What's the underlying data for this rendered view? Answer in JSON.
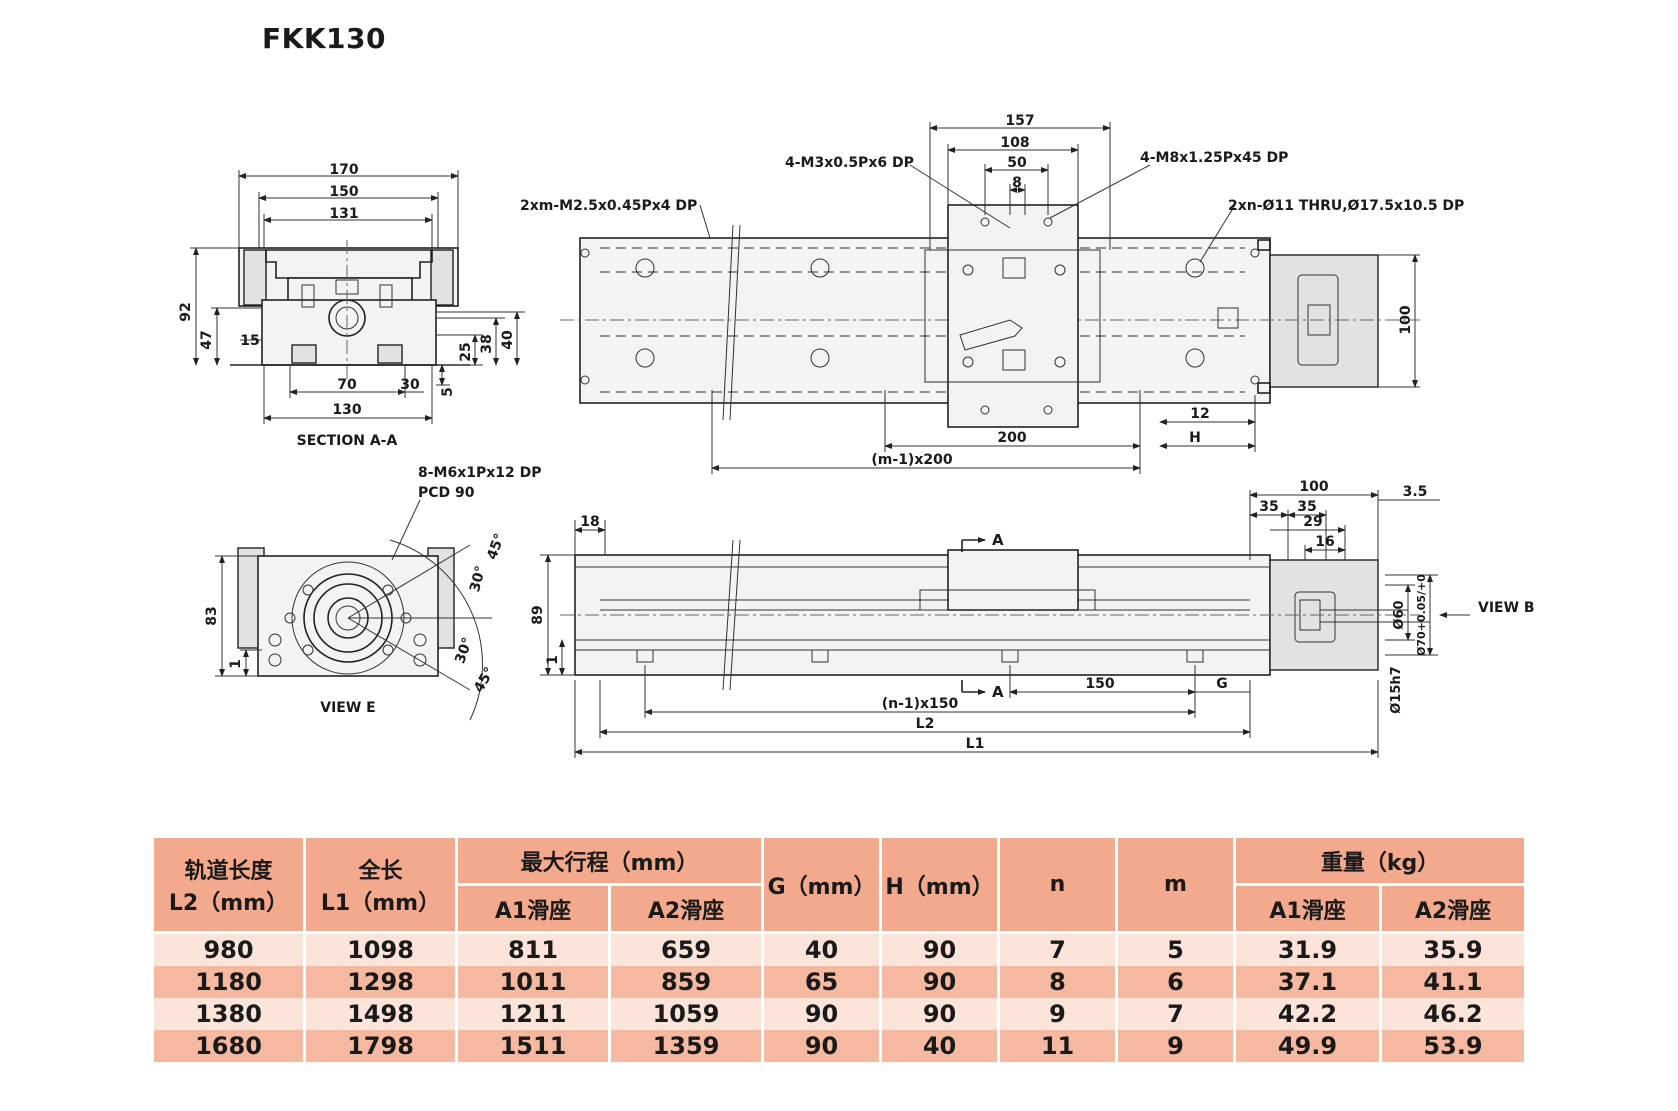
{
  "title": "FKK130",
  "labels": {
    "d170": "170",
    "d150": "150",
    "d131": "131",
    "d92": "92",
    "d47": "47",
    "d15": "15",
    "d25": "25",
    "d38": "38",
    "d40": "40",
    "d70": "70",
    "d30": "30",
    "d5": "5",
    "d130": "130",
    "section_aa": "SECTION A-A",
    "d157": "157",
    "d108": "108",
    "d50": "50",
    "d8": "8",
    "m3": "4-M3x0.5Px6 DP",
    "m8": "4-M8x1.25Px45 DP",
    "m25": "2xm-M2.5x0.45Px4 DP",
    "thru": "2xn-Ø11 THRU,Ø17.5x10.5 DP",
    "d100v": "100",
    "d12": "12",
    "d200": "200",
    "h": "H",
    "m1x200": "(m-1)x200",
    "m6": "8-M6x1Px12 DP",
    "pcd": "PCD 90",
    "a45a": "45°",
    "a30a": "30°",
    "a30b": "30°",
    "a45b": "45°",
    "d83": "83",
    "d1a": "1",
    "view_e": "VIEW E",
    "d18": "18",
    "d89": "89",
    "d1b": "1",
    "a_top": "A",
    "a_bot": "A",
    "d150b": "150",
    "g": "G",
    "n1x150": "(n-1)x150",
    "l2": "L2",
    "l1": "L1",
    "d100h": "100",
    "d35a": "35",
    "d35b": "35",
    "d29": "29",
    "d16": "16",
    "d35c": "3.5",
    "view_b": "VIEW B",
    "d60": "Ø60",
    "d70t": "Ø70+0.05/+0",
    "d15h7": "Ø15h7"
  },
  "table": {
    "headers": {
      "l2": [
        "轨道长度",
        "L2（mm）"
      ],
      "l1": [
        "全长",
        "L1（mm）"
      ],
      "stroke": "最大行程（mm）",
      "g": "G（mm）",
      "h": "H（mm）",
      "n": "n",
      "m": "m",
      "weight": "重量（kg）",
      "a1": "A1滑座",
      "a2": "A2滑座",
      "a1w": "A1滑座",
      "a2w": "A2滑座"
    },
    "rows": [
      [
        "980",
        "1098",
        "811",
        "659",
        "40",
        "90",
        "7",
        "5",
        "31.9",
        "35.9"
      ],
      [
        "1180",
        "1298",
        "1011",
        "859",
        "65",
        "90",
        "8",
        "6",
        "37.1",
        "41.1"
      ],
      [
        "1380",
        "1498",
        "1211",
        "1059",
        "90",
        "90",
        "9",
        "7",
        "42.2",
        "46.2"
      ],
      [
        "1680",
        "1798",
        "1511",
        "1359",
        "90",
        "40",
        "11",
        "9",
        "49.9",
        "53.9"
      ]
    ]
  }
}
